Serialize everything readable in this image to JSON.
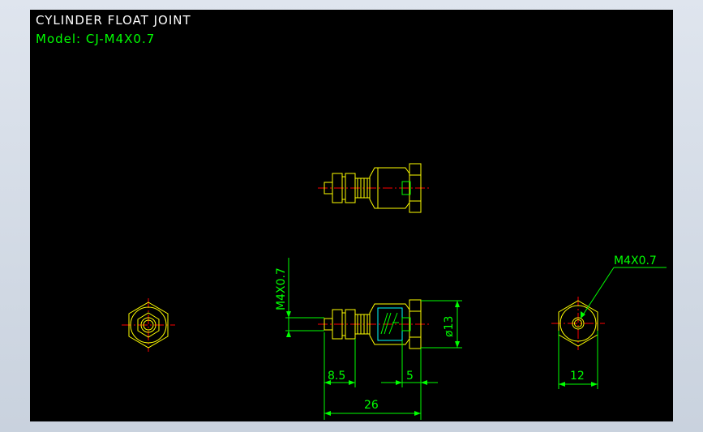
{
  "title_block": {
    "title": "CYLINDER FLOAT JOINT",
    "model": "Model:  CJ-M4X0.7"
  },
  "dimensions": {
    "thread_vertical": "M4X0.7",
    "thread_callout": "M4X0.7",
    "diameter": "ø13",
    "length_a": "8.5",
    "length_b": "5",
    "total_length": "26",
    "hex_width": "12"
  },
  "colors": {
    "viewport": "#000000",
    "part_outline": "#ffff00",
    "dimension": "#00ff00",
    "centerline": "#ff0000",
    "label_body": "#00ffff",
    "title": "#ffffff"
  }
}
